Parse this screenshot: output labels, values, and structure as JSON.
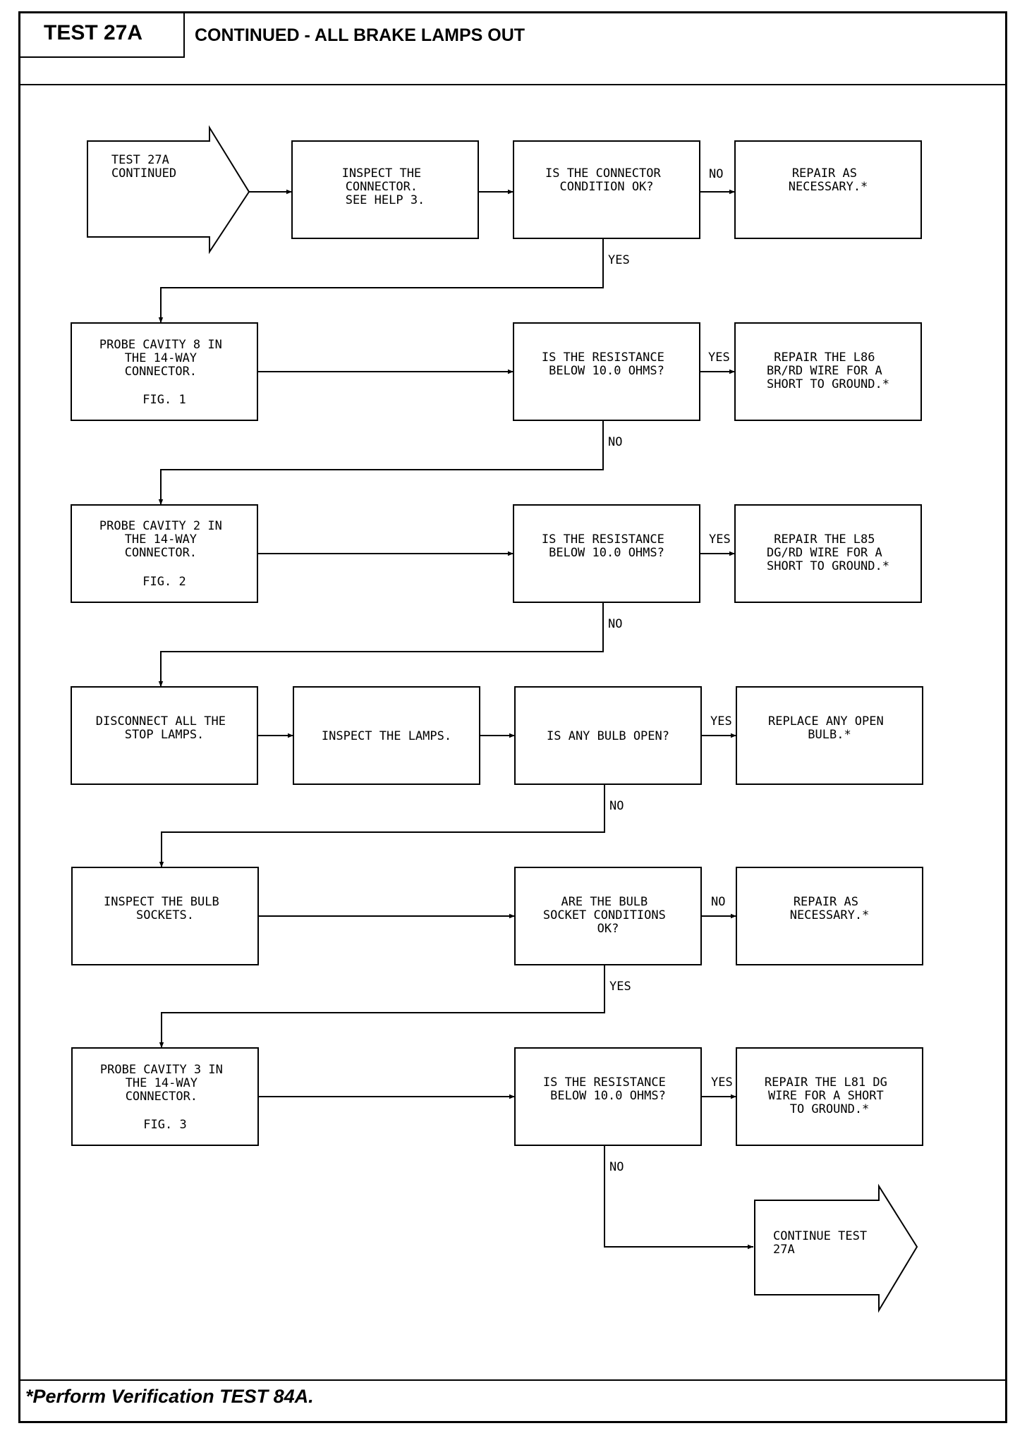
{
  "header": {
    "test_label": "TEST 27A",
    "title": "CONTINUED - ALL BRAKE LAMPS OUT"
  },
  "footer": {
    "note": "*Perform Verification TEST 84A."
  },
  "flowchart": {
    "start": [
      "TEST 27A",
      "CONTINUED"
    ],
    "row1": {
      "step": [
        "INSPECT THE",
        "CONNECTOR.",
        "SEE HELP 3."
      ],
      "question": [
        "IS THE CONNECTOR",
        "CONDITION OK?"
      ],
      "branch_label": "NO",
      "action": [
        "REPAIR AS",
        "NECESSARY.*"
      ],
      "down_label": "YES"
    },
    "row2": {
      "step": [
        "PROBE CAVITY 8 IN",
        "THE 14-WAY",
        "CONNECTOR."
      ],
      "step_fig": "FIG. 1",
      "question": [
        "IS THE RESISTANCE",
        "BELOW 10.0 OHMS?"
      ],
      "branch_label": "YES",
      "action": [
        "REPAIR THE L86",
        "BR/RD WIRE FOR A",
        "SHORT TO GROUND.*"
      ],
      "down_label": "NO"
    },
    "row3": {
      "step": [
        "PROBE CAVITY 2 IN",
        "THE 14-WAY",
        "CONNECTOR."
      ],
      "step_fig": "FIG. 2",
      "question": [
        "IS THE RESISTANCE",
        "BELOW 10.0 OHMS?"
      ],
      "branch_label": "YES",
      "action": [
        "REPAIR THE L85",
        "DG/RD WIRE FOR A",
        "SHORT TO GROUND.*"
      ],
      "down_label": "NO"
    },
    "row4": {
      "step": [
        "DISCONNECT ALL THE",
        "STOP LAMPS."
      ],
      "step2": [
        "INSPECT THE LAMPS."
      ],
      "question": [
        "IS ANY BULB OPEN?"
      ],
      "branch_label": "YES",
      "action": [
        "REPLACE ANY OPEN",
        "BULB.*"
      ],
      "down_label": "NO"
    },
    "row5": {
      "step": [
        "INSPECT THE BULB",
        "SOCKETS."
      ],
      "question": [
        "ARE THE BULB",
        "SOCKET CONDITIONS",
        "OK?"
      ],
      "branch_label": "NO",
      "action": [
        "REPAIR AS",
        "NECESSARY.*"
      ],
      "down_label": "YES"
    },
    "row6": {
      "step": [
        "PROBE CAVITY 3 IN",
        "THE 14-WAY",
        "CONNECTOR."
      ],
      "step_fig": "FIG. 3",
      "question": [
        "IS THE RESISTANCE",
        "BELOW 10.0 OHMS?"
      ],
      "branch_label": "YES",
      "action": [
        "REPAIR THE L81 DG",
        "WIRE FOR A SHORT",
        "TO GROUND.*"
      ],
      "down_label": "NO"
    },
    "end": [
      "CONTINUE TEST",
      "27A"
    ]
  }
}
